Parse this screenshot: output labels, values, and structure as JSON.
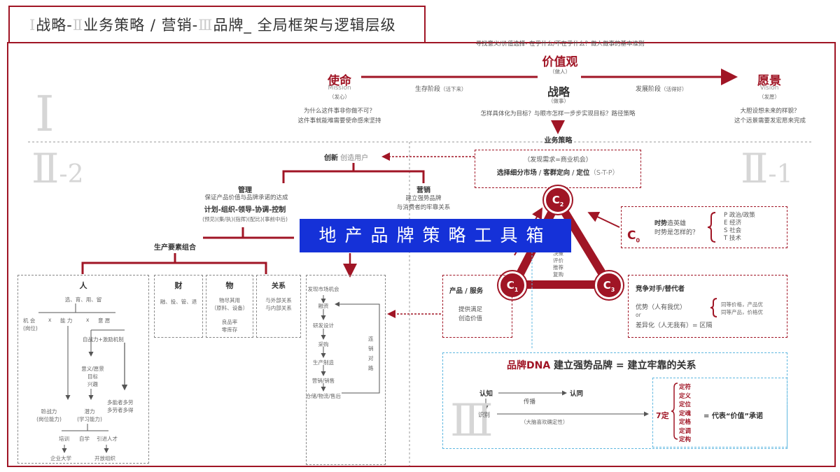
{
  "title": {
    "r1": "Ⅰ",
    "t1": "战略-",
    "r2": "Ⅱ",
    "t2": "业务策略 / 营销-",
    "r3": "Ⅲ",
    "t3": "品牌_ 全局框架与逻辑层级"
  },
  "top": {
    "values_hint": "寻找意义/价值选择- 在乎什么/不在乎什么？做人做事的基本准则",
    "values": "价值观",
    "values_sub": "（做人）",
    "mission": "使命",
    "mission_en": "Mission",
    "mission_sub": "（发心）",
    "vision": "愿景",
    "vision_en": "Vision",
    "vision_sub": "（发愿）",
    "survival": "生存阶段",
    "survival_sub": "（活下来）",
    "growth": "发展阶段",
    "growth_sub": "（活得好）",
    "strategy": "战略",
    "strategy_sub": "（做事）",
    "mission_q1": "为什么这件事非你做不可？",
    "mission_q2": "这件事就能难需要使命感来坚持",
    "strategy_q": "怎样具体化为目标？与眼市怎样一步步实现目标？路径策略",
    "vision_q1": "大胆设想未来的样貌？",
    "vision_q2": "这个远景需要发宏愿来完成"
  },
  "roman": {
    "one": "Ⅰ",
    "two": "Ⅱ",
    "two_suffix_l": "-2",
    "two_suffix_r": "-1",
    "three": "Ⅲ"
  },
  "business": "业务策略",
  "innovation": {
    "bold": "创新",
    "rest": " 创造用户"
  },
  "stp": {
    "line1": "（发现需求=商业机会）",
    "b1": "选择细分市场",
    "sep1": " / ",
    "b2": "客群定向",
    "sep2": " / ",
    "b3": "定位",
    "tail": "（S-T-P）"
  },
  "management": {
    "title": "管理",
    "desc": "保证产品价值与品牌承诺的达成",
    "chain": "计划-组织-领导-协调-控制",
    "sub": "(预见)(集/执)(指挥)(配比)(事前中后)"
  },
  "marketing": {
    "title": "营销",
    "l1": "建立强势品牌",
    "l2": "与消费者的牢靠关系"
  },
  "production": "生产要素组合",
  "people": {
    "title": "人",
    "top": "选、育、用、留",
    "job": "机 会",
    "job_sub": "(岗位)",
    "x1": "x",
    "ability": "能 力",
    "x2": "x",
    "will": "意 愿",
    "self": "自战力+激励机制",
    "meaning": "意义/愿景",
    "goal": "目标",
    "honor": "兴趣",
    "hardskill": "聆战力",
    "hardskill_sub": "(岗位能力)",
    "potential": "潜力",
    "potential_sub": "(学习能力)",
    "more": "多能者多劳",
    "more2": "多劳者多得",
    "train": "培训",
    "self_learn": "自学",
    "talent": "引进人才",
    "univ": "企业大学",
    "org": "开放组织"
  },
  "money": {
    "title": "财",
    "desc": "融、投、管、退"
  },
  "things": {
    "title": "物",
    "l1": "物尽其用",
    "l2": "（原料、设备）",
    "l3": "良品率",
    "l4": "零库存"
  },
  "relations": {
    "title": "关系",
    "l1": "与外部关系",
    "l2": "与内部关系"
  },
  "flow": {
    "steps": [
      "发现市场机会",
      "融资",
      "研发设计",
      "采购",
      "生产制造",
      "营销/销售",
      "仓储/物流/售后"
    ],
    "loop": "连 销 对 路"
  },
  "banner": "地产品牌策略工具箱",
  "triangle": {
    "c0": "C",
    "c0_sub": "0",
    "c1": "C",
    "c1_sub": "1",
    "c2": "C",
    "c2_sub": "2",
    "c3": "C",
    "c3_sub": "3",
    "inside": [
      "决策",
      "评价",
      "推荐",
      "复购"
    ]
  },
  "trend": {
    "bold": "时势",
    "t1": "造英雄",
    "t2": "时势是怎样的？",
    "items": [
      "P 政治/政策",
      "E 经济",
      "S 社会",
      "T 技术"
    ]
  },
  "product": {
    "title": "产品 / 服务",
    "l1": "提供满足",
    "l2": "创造价值"
  },
  "competitor": {
    "title": "竞争对手/替代者",
    "adv": "优势（人有我优）",
    "or": "or",
    "diff": "差异化（人无我有）= 区隔",
    "p1": "同等价格，产品优",
    "p2": "同等产品，价格优"
  },
  "brand": {
    "dna": "品牌DNA",
    "rest": " 建立强势品牌 = 建立牢靠的关系",
    "know": "认知",
    "spread": "传播",
    "agree": "认同",
    "identify": "识别",
    "like": "（大脑喜欢确定性）",
    "seven": "7定",
    "seven_items": [
      "定符",
      "定义",
      "定位",
      "定魂",
      "定格",
      "定调",
      "定构"
    ],
    "equals": "= 代表“价值”承诺"
  },
  "colors": {
    "accent": "#a01525",
    "banner": "#1531d8",
    "blue_dash": "#5fb7e0"
  }
}
